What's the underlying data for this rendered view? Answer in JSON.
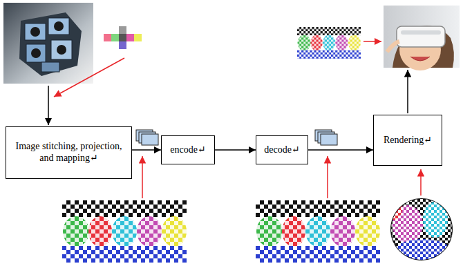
{
  "diagram": {
    "nodes": [
      {
        "text": [
          "Image stitching, projection, and mapping↵"
        ]
      },
      {
        "text": [
          "encode↵"
        ]
      },
      {
        "text": [
          "decode↵"
        ]
      },
      {
        "text": [
          "Rendering↵"
        ]
      }
    ],
    "edges": [
      {
        "from": 0,
        "to": 1,
        "arrow": "to"
      },
      {
        "from": 1,
        "to": 2,
        "arrow": "to"
      },
      {
        "from": 2,
        "to": 3,
        "arrow": "to"
      }
    ]
  }
}
